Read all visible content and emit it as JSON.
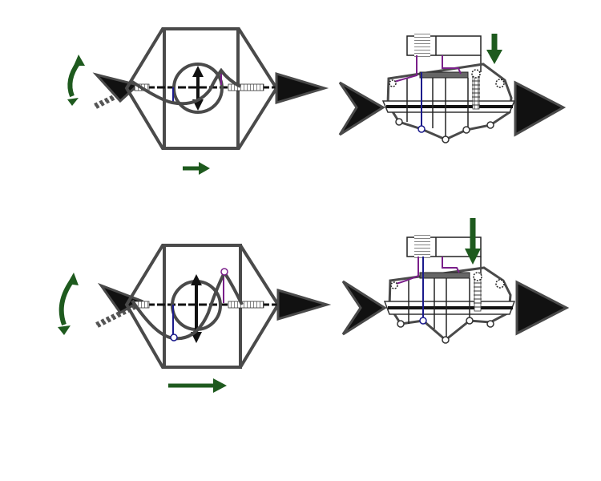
{
  "colors": {
    "frame": "#4a4a4a",
    "dark": "#111111",
    "arrow_green": "#1e5a1e",
    "purple": "#7a1f8a",
    "blue": "#1a1a8c",
    "white": "#ffffff"
  },
  "icons": {
    "rotate": "curved-double-arrow-icon",
    "move": "right-arrow-icon",
    "push": "down-arrow-icon",
    "vertical": "double-vertical-arrow-icon"
  },
  "panels": [
    {
      "id": "top-left",
      "state": "initial"
    },
    {
      "id": "top-right",
      "state": "initial"
    },
    {
      "id": "bottom-left",
      "state": "actuated"
    },
    {
      "id": "bottom-right",
      "state": "actuated"
    }
  ]
}
